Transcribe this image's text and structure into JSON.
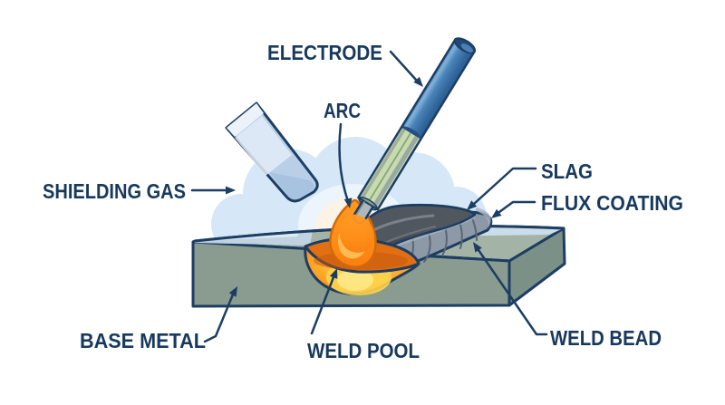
{
  "diagram": {
    "title_hint": "Shielded metal arc welding diagram",
    "labels": {
      "electrode": "ELECTRODE",
      "arc": "ARC",
      "shielding_gas": "SHIELDING GAS",
      "slag": "SLAG",
      "flux_coating": "FLUX COATING",
      "base_metal": "BASE METAL",
      "weld_pool": "WELD POOL",
      "weld_bead": "WELD BEAD"
    },
    "colors": {
      "background": "#ffffff",
      "label_text": "#18395e",
      "outline_navy": "#1d3e63",
      "gas_cloud": "#d6e8f8",
      "nozzle_blue": "#b9cfe7",
      "electrode_blue": "#3e7ab2",
      "flux_coating_green": "#c6dbae",
      "core_gray": "#aeb8ba",
      "base_metal_front": "#8a9c8f",
      "base_metal_top": "#a3b4a6",
      "base_metal_side": "#7b9187",
      "top_sheen_blue": "#c3d5e4",
      "weld_pool_orange": "#ff9c1e",
      "pool_surface_orange": "#e26f12",
      "flame_orange": "#ff9226",
      "slag_gray": "#51575f",
      "bead_gray": "#8e99a8"
    }
  }
}
